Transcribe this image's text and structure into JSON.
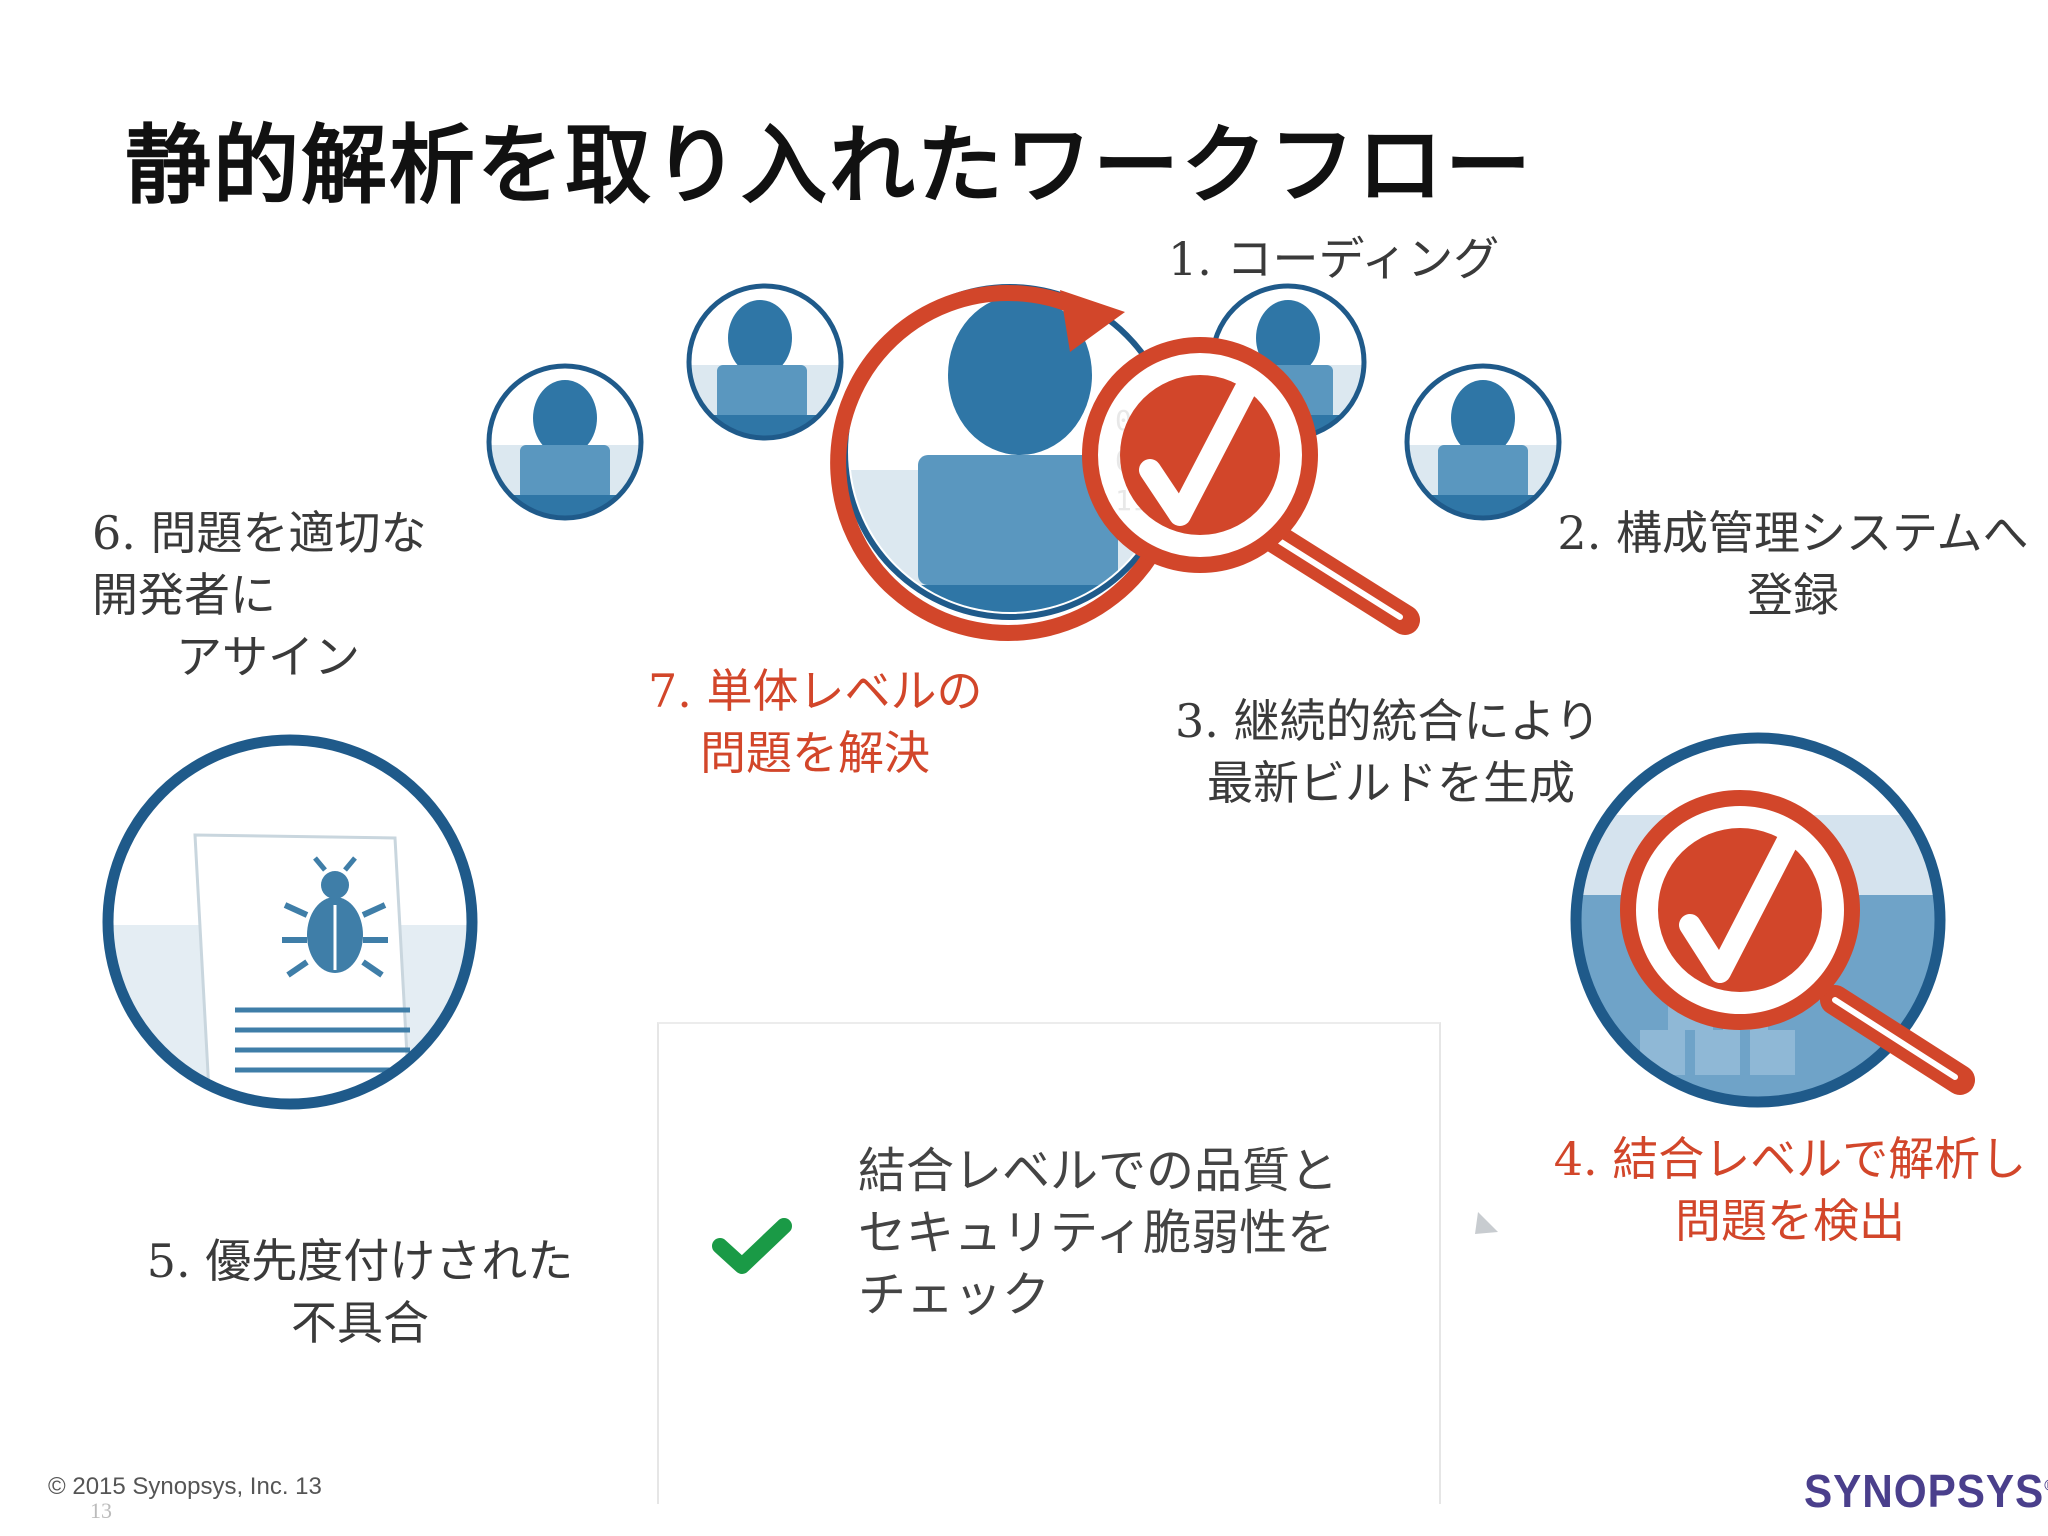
{
  "title": "静的解析を取り入れたワークフロー",
  "steps": {
    "s1": {
      "num": "1.",
      "text": "コーディング"
    },
    "s2": {
      "num": "2.",
      "line1": "構成管理システムへ",
      "line2": "登録"
    },
    "s3": {
      "num": "3.",
      "line1": "継続的統合により",
      "line2": "最新ビルドを生成"
    },
    "s4": {
      "num": "4.",
      "line1": "結合レベルで解析し",
      "line2": "問題を検出"
    },
    "s5": {
      "num": "5.",
      "line1": "優先度付けされた",
      "line2": "不具合"
    },
    "s6": {
      "num": "6.",
      "line1": "問題を適切な",
      "line2": "開発者に",
      "line3": "アサイン"
    },
    "s7": {
      "num": "7.",
      "line1": "単体レベルの",
      "line2": "問題を解決"
    }
  },
  "check_box": {
    "line1": "結合レベルでの品質と",
    "line2": "セキュリティ脆弱性を",
    "line3": "チェック"
  },
  "colors": {
    "red": "#d2462a",
    "blue_ring": "#1f5a8a",
    "person_blue": "#2f76a6",
    "check_green": "#1a9a46",
    "logo_purple": "#4a3f8c"
  },
  "icons": [
    "developer-icon",
    "magnifier-check-icon",
    "bug-report-icon",
    "check-mark-icon",
    "refresh-arrow-icon"
  ],
  "footer": {
    "copyright": "© 2015 Synopsys, Inc.   13",
    "page_small": "13"
  },
  "logo": {
    "text": "SYNOPSYS",
    "mark": "®"
  }
}
